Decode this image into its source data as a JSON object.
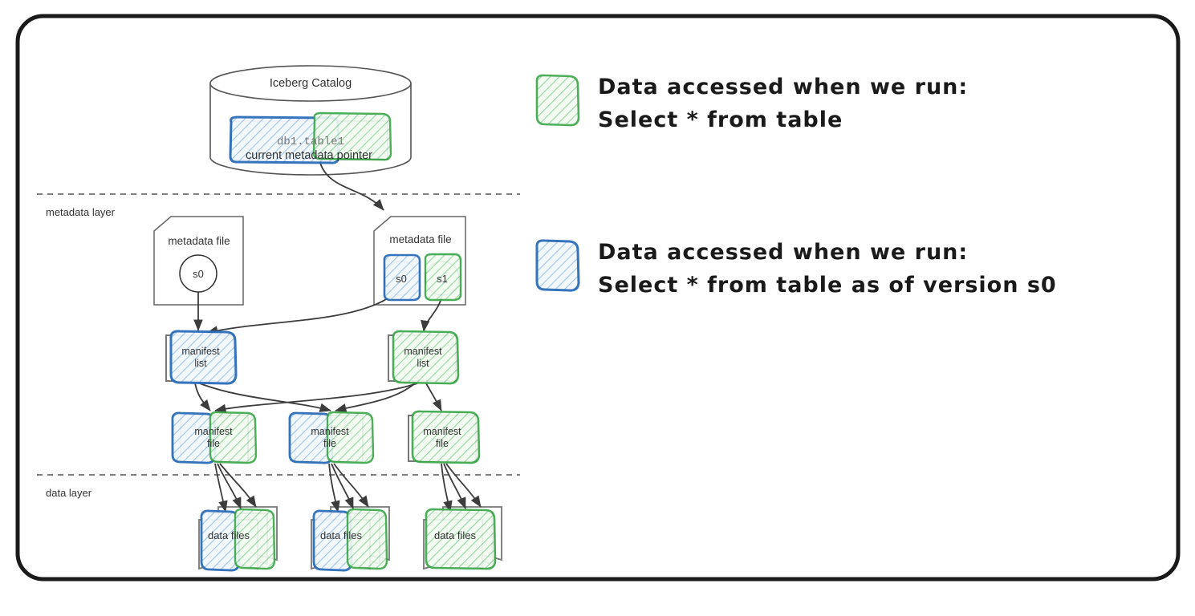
{
  "diagram": {
    "title_hidden": "",
    "frame": {
      "stroke": "#1a1a1a"
    },
    "colors": {
      "green_stroke": "#3aa648",
      "green_fill": "#eaf6ea",
      "blue_stroke": "#2b6cb8",
      "blue_fill": "#e8f1fb",
      "box_stroke": "#666666",
      "text": "#333333",
      "arrow": "#3c3c3c",
      "divider": "#555555"
    },
    "catalog": {
      "name": "Iceberg Catalog",
      "table_name": "db1.table1",
      "pointer_label": "current metadata pointer"
    },
    "layers": [
      {
        "id": "metadata",
        "label": "metadata layer"
      },
      {
        "id": "data",
        "label": "data layer"
      }
    ],
    "metadata_files": [
      {
        "label": "metadata file",
        "snapshots": [
          {
            "name": "s0",
            "highlight": "none"
          }
        ]
      },
      {
        "label": "metadata file",
        "snapshots": [
          {
            "name": "s0",
            "highlight": "blue"
          },
          {
            "name": "s1",
            "highlight": "green"
          }
        ]
      }
    ],
    "manifest_lists": [
      {
        "line1": "manifest",
        "line2": "list",
        "highlight": "blue"
      },
      {
        "line1": "manifest",
        "line2": "list",
        "highlight": "green"
      }
    ],
    "manifest_files": [
      {
        "line1": "manifest",
        "line2": "file",
        "highlight": "blue-green"
      },
      {
        "line1": "manifest",
        "line2": "file",
        "highlight": "blue-green"
      },
      {
        "line1": "manifest",
        "line2": "file",
        "highlight": "green"
      }
    ],
    "data_files": [
      {
        "label": "data files",
        "highlight": "blue-green"
      },
      {
        "label": "data files",
        "highlight": "blue-green"
      },
      {
        "label": "data files",
        "highlight": "green"
      }
    ],
    "legend": [
      {
        "swatch": "green",
        "line1": "Data accessed when we run:",
        "line2": "Select * from table"
      },
      {
        "swatch": "blue",
        "line1": "Data accessed when we run:",
        "line2": "Select * from table as of version s0"
      }
    ]
  }
}
